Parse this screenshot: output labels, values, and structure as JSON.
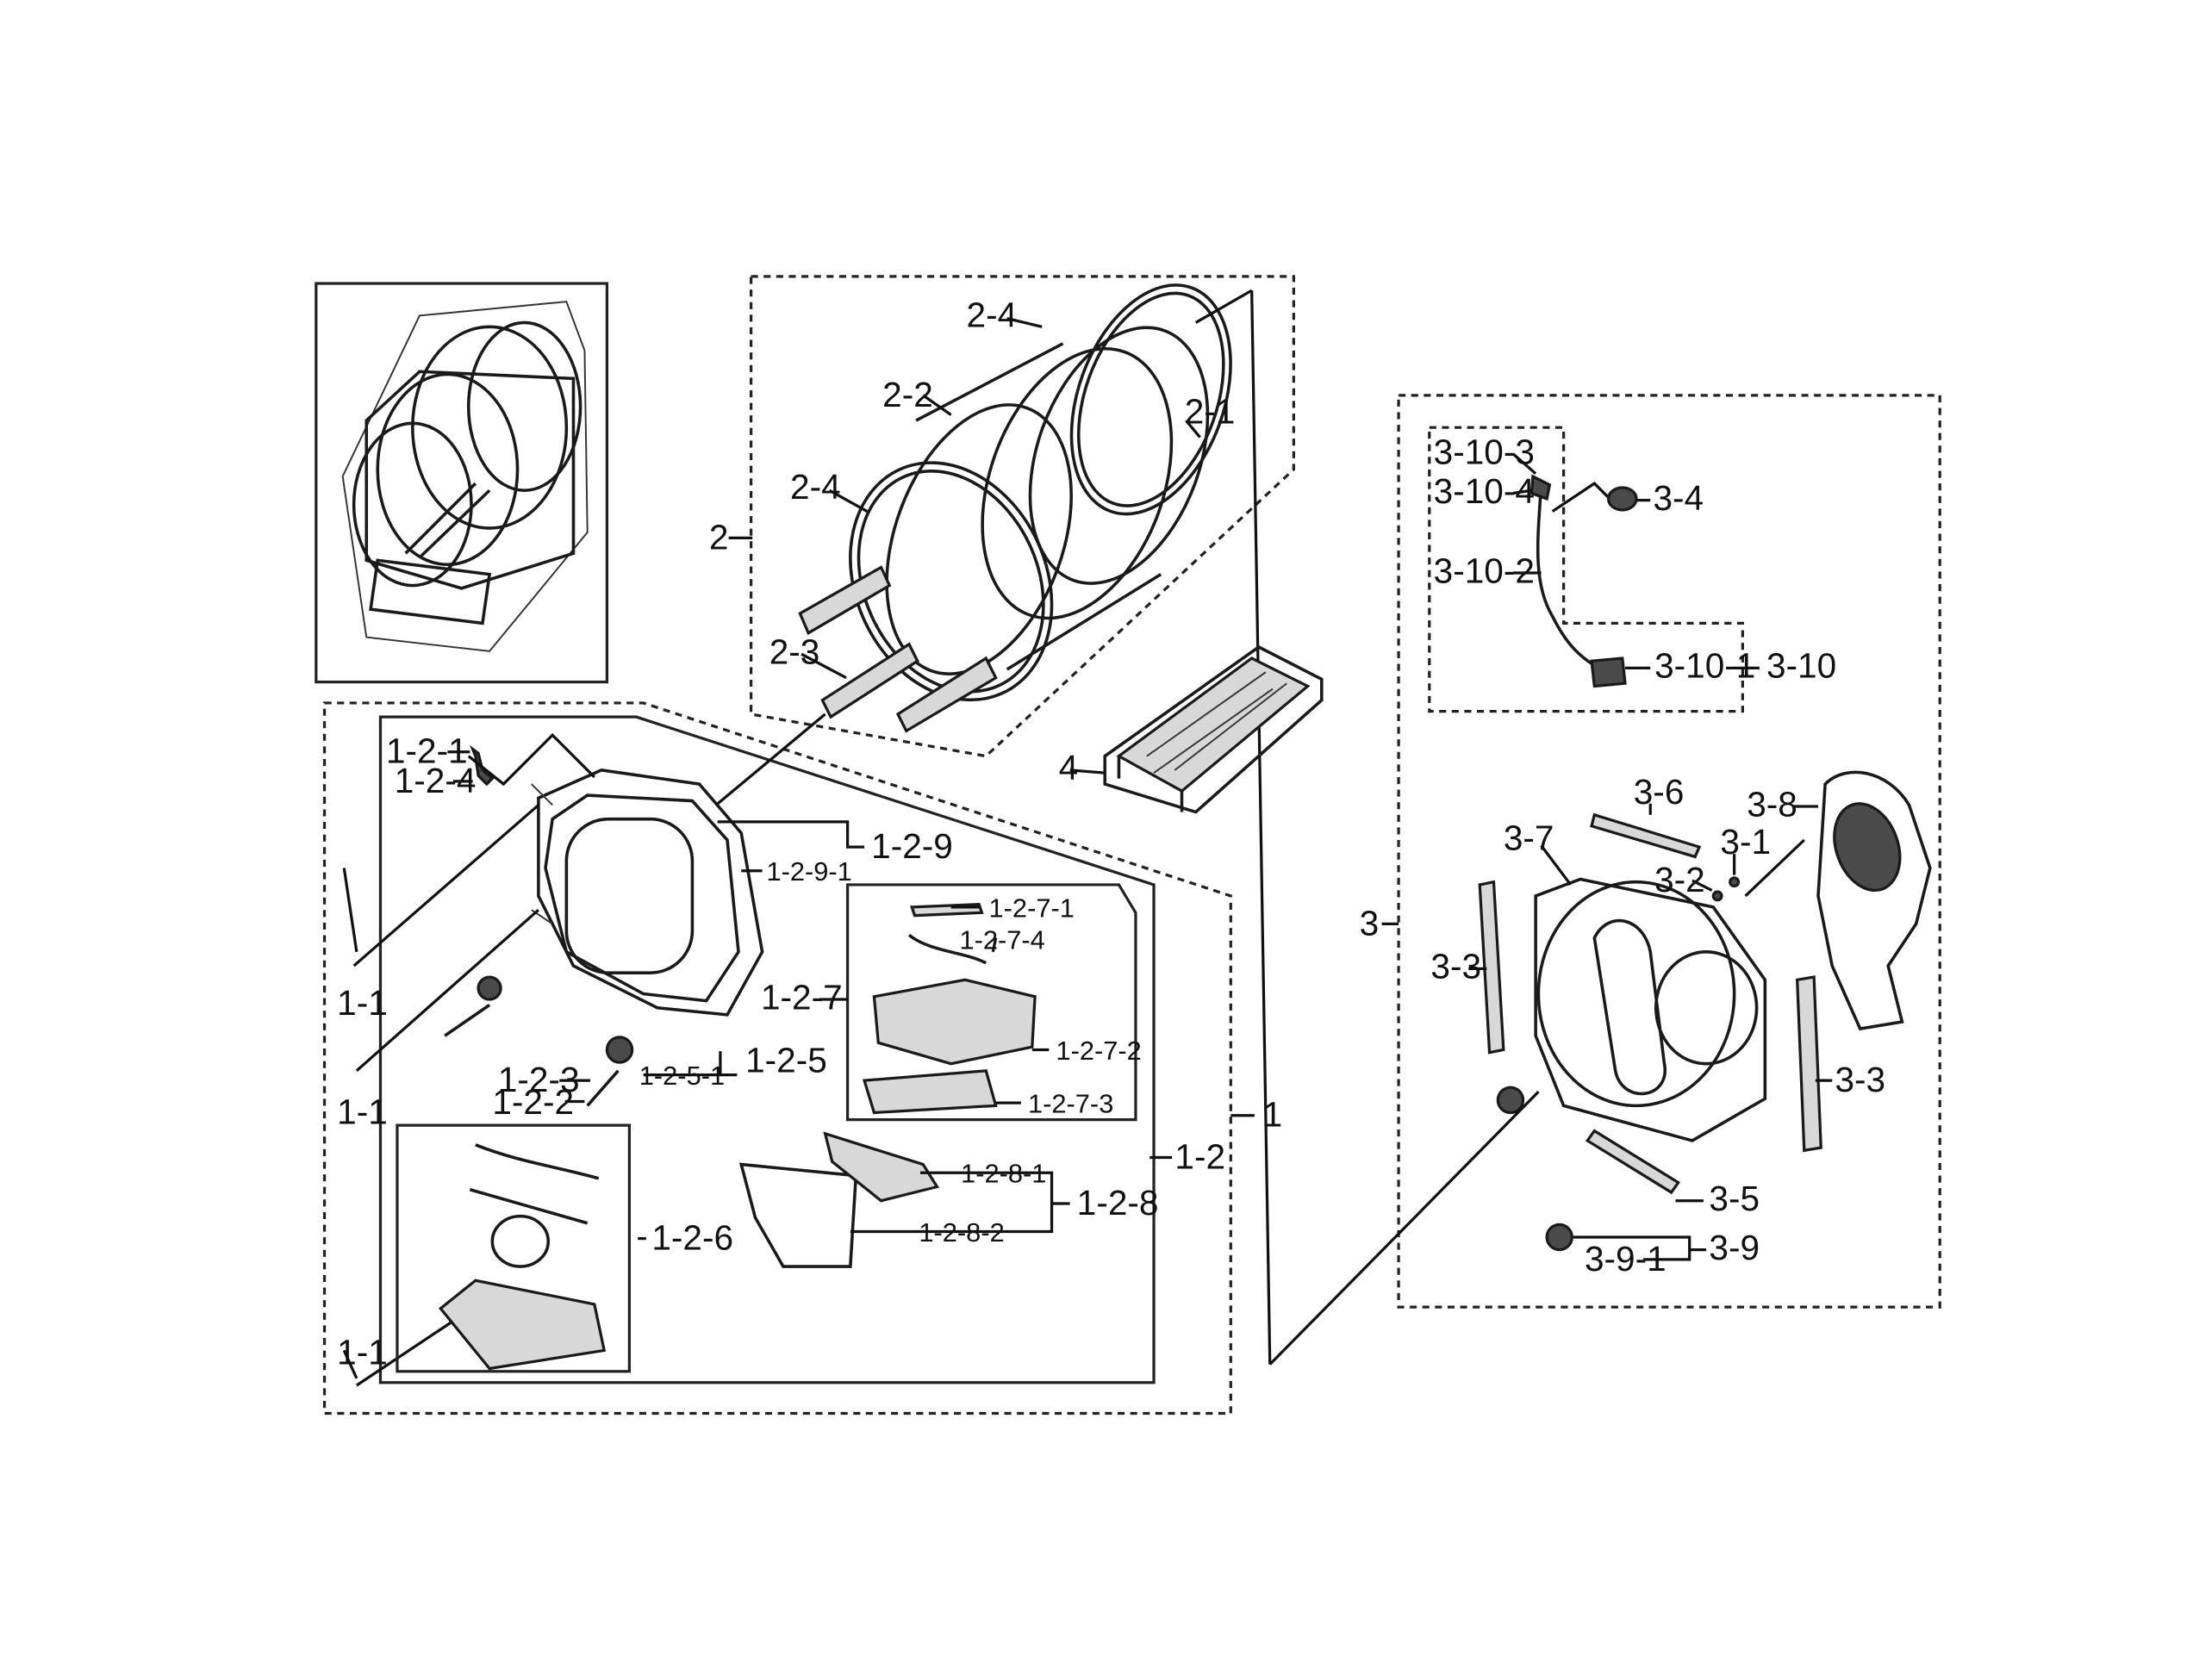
{
  "labels": {
    "l_2": "2",
    "l_2_1": "2-1",
    "l_2_2": "2-2",
    "l_2_3": "2-3",
    "l_2_4a": "2-4",
    "l_2_4b": "2-4",
    "l_4": "4",
    "l_1": "1",
    "l_1_1a": "1-1",
    "l_1_1b": "1-1",
    "l_1_1c": "1-1",
    "l_1_2": "1-2",
    "l_1_2_1": "1-2-1",
    "l_1_2_2": "1-2-2",
    "l_1_2_3": "1-2-3",
    "l_1_2_4": "1-2-4",
    "l_1_2_5": "1-2-5",
    "l_1_2_5_1": "1-2-5-1",
    "l_1_2_6": "1-2-6",
    "l_1_2_7": "1-2-7",
    "l_1_2_7_1": "1-2-7-1",
    "l_1_2_7_2": "1-2-7-2",
    "l_1_2_7_3": "1-2-7-3",
    "l_1_2_7_4": "1-2-7-4",
    "l_1_2_8": "1-2-8",
    "l_1_2_8_1": "1-2-8-1",
    "l_1_2_8_2": "1-2-8-2",
    "l_1_2_9": "1-2-9",
    "l_1_2_9_1": "1-2-9-1",
    "l_3": "3",
    "l_3_1": "3-1",
    "l_3_2": "3-2",
    "l_3_3a": "3-3",
    "l_3_3b": "3-3",
    "l_3_4": "3-4",
    "l_3_5": "3-5",
    "l_3_6": "3-6",
    "l_3_7": "3-7",
    "l_3_8": "3-8",
    "l_3_9": "3-9",
    "l_3_9_1": "3-9-1",
    "l_3_10": "3-10",
    "l_3_10_1": "3-10-1",
    "l_3_10_2": "3-10-2",
    "l_3_10_3": "3-10-3",
    "l_3_10_4": "3-10-4"
  }
}
